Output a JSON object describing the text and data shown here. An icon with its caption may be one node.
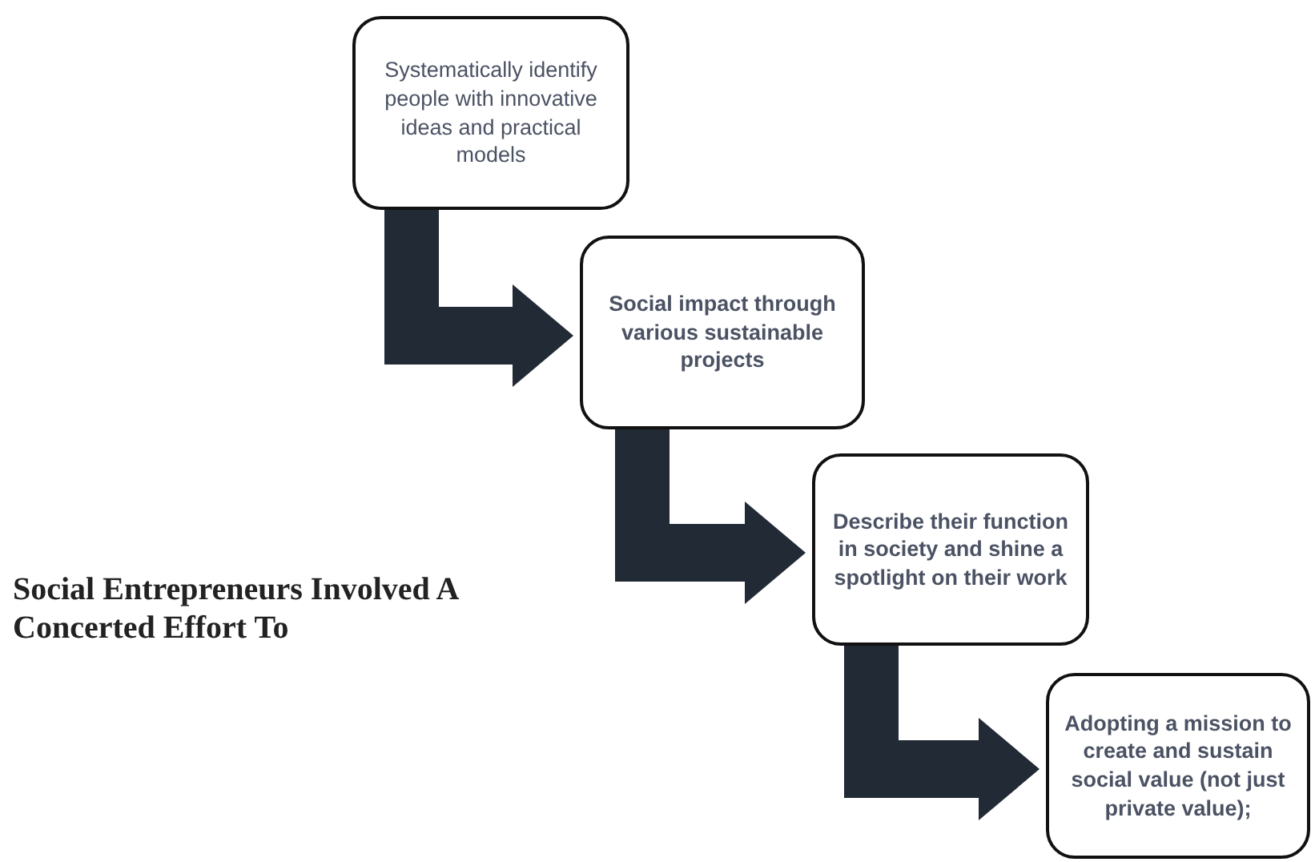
{
  "diagram": {
    "title": "Social Entrepreneurs Involved A Concerted Effort To",
    "nodes": [
      {
        "text": [
          "Systematically identify people with innovative ideas and practical models"
        ]
      },
      {
        "text": [
          "Social impact through various sustainable projects"
        ]
      },
      {
        "text": [
          "Describe their function in society and shine a spotlight on their work"
        ]
      },
      {
        "text": [
          "Adopting a mission to create and sustain social value (not just private value);"
        ]
      }
    ],
    "edges": [
      {
        "from": 0,
        "to": 1,
        "arrow": "to"
      },
      {
        "from": 1,
        "to": 2,
        "arrow": "to"
      },
      {
        "from": 2,
        "to": 3,
        "arrow": "to"
      }
    ]
  }
}
